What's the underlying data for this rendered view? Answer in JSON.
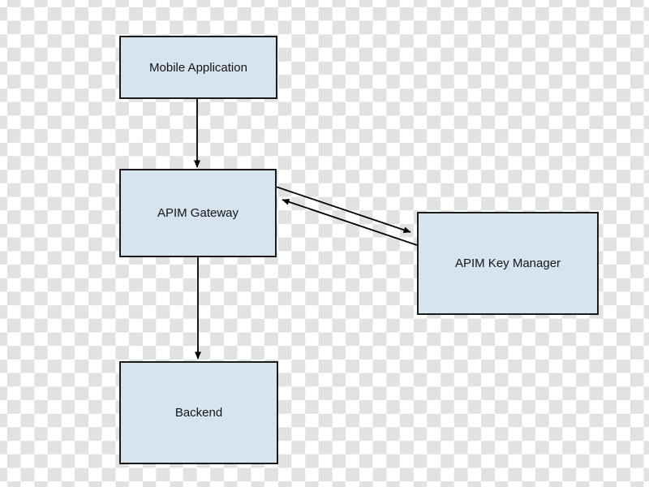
{
  "diagram": {
    "nodes": [
      {
        "id": "mobile-application",
        "label": "Mobile Application"
      },
      {
        "id": "apim-gateway",
        "label": "APIM Gateway"
      },
      {
        "id": "apim-key-manager",
        "label": "APIM Key Manager"
      },
      {
        "id": "backend",
        "label": "Backend"
      }
    ],
    "edges": [
      {
        "from": "mobile-application",
        "to": "apim-gateway",
        "style": "arrow"
      },
      {
        "from": "apim-gateway",
        "to": "apim-key-manager",
        "style": "arrow"
      },
      {
        "from": "apim-key-manager",
        "to": "apim-gateway",
        "style": "arrow"
      },
      {
        "from": "apim-gateway",
        "to": "backend",
        "style": "arrow"
      }
    ],
    "colors": {
      "node_fill": "#d6e4f2",
      "node_border": "#1b1b1b",
      "arrow": "#000000",
      "checker_light": "#ffffff",
      "checker_dark": "#e2e2e2",
      "text": "#141414"
    }
  }
}
